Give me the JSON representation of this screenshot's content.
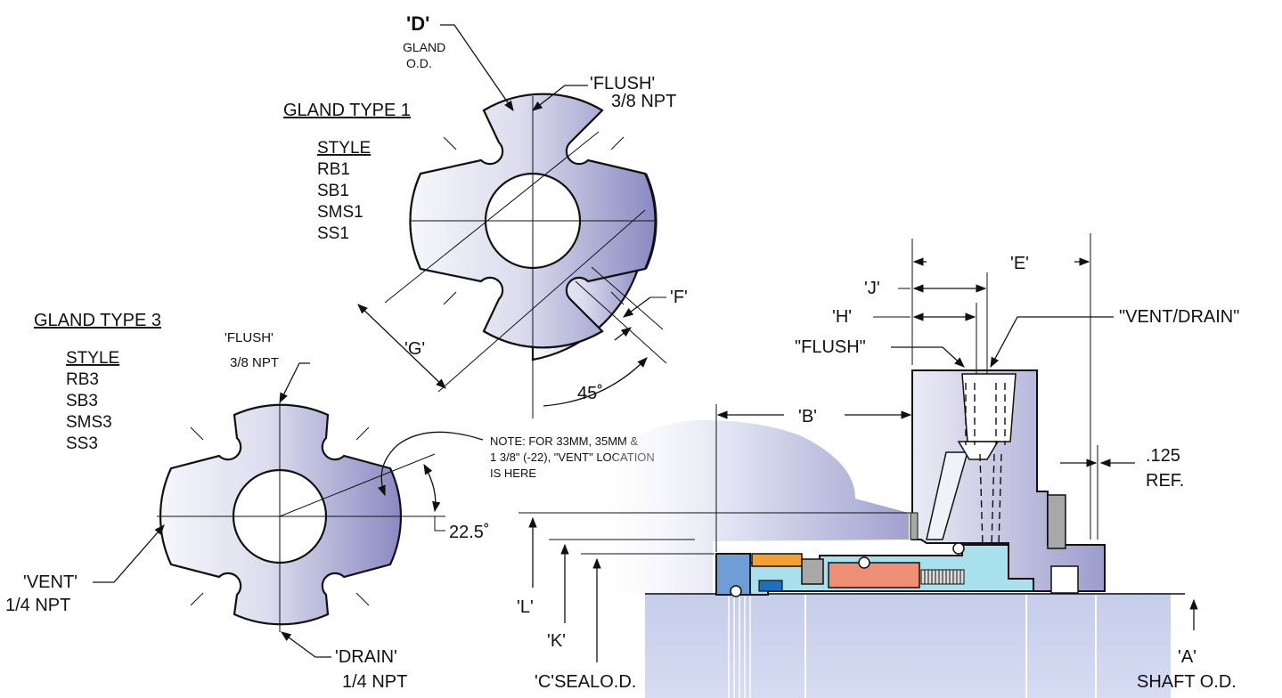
{
  "gland_type_1": {
    "title": "GLAND TYPE 1",
    "style_header": "STYLE",
    "styles": [
      "RB1",
      "SB1",
      "SMS1",
      "SS1"
    ],
    "gland_od_letter": "'D'",
    "gland_od_line1": "GLAND",
    "gland_od_line2": "O.D.",
    "flush_label": "'FLUSH'",
    "flush_size": "3/8 NPT",
    "dim_f": "'F'",
    "dim_g": "'G'",
    "angle": "45˚"
  },
  "gland_type_3": {
    "title": "GLAND TYPE 3",
    "style_header": "STYLE",
    "styles": [
      "RB3",
      "SB3",
      "SMS3",
      "SS3"
    ],
    "flush_label": "'FLUSH'",
    "flush_size": "3/8 NPT",
    "vent_label": "'VENT'",
    "vent_size": "1/4 NPT",
    "drain_label": "'DRAIN'",
    "drain_size": "1/4 NPT",
    "angle": "22.5˚",
    "note_line1": "NOTE: FOR 33MM, 35MM &",
    "note_line2": "1 3/8\" (-22), \"VENT\" LOCATION",
    "note_line3": "IS HERE"
  },
  "section": {
    "dim_e": "'E'",
    "dim_j": "'J'",
    "dim_h": "'H'",
    "dim_b": "'B'",
    "dim_l": "'L'",
    "dim_k": "'K'",
    "flush": "\"FLUSH\"",
    "vent_drain": "\"VENT/DRAIN\"",
    "ref_value": ".125",
    "ref_label": "REF.",
    "seal_od": "'C'SEALO.D.",
    "shaft_letter": "'A'",
    "shaft_od": "SHAFT O.D."
  },
  "colors": {
    "gland_light": "#f1f1f8",
    "gland_dark": "#8d8dc4",
    "shaft": "#c8d0ec",
    "seal_cyan": "#a8e0ee",
    "seal_blue": "#6f9ed6",
    "spring_salmon": "#ee8e74",
    "orange": "#f2a033",
    "gray_part": "#a8a8a8"
  }
}
